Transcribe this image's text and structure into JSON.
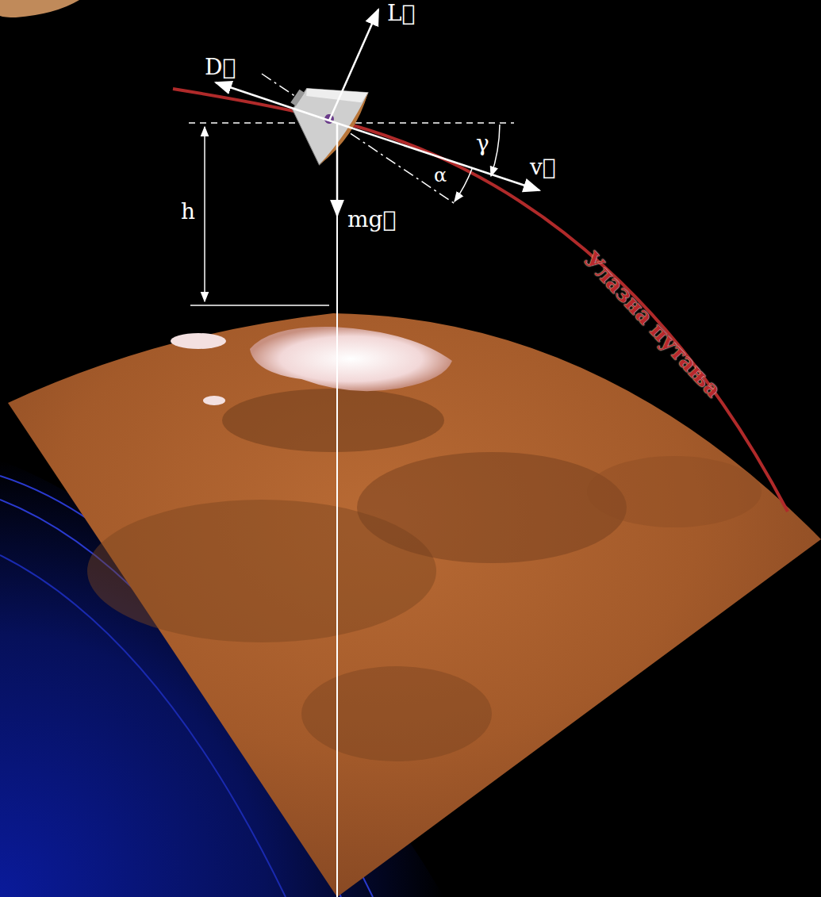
{
  "diagram": {
    "labels": [
      "L⃗",
      "D⃗",
      "γ",
      "v⃗",
      "h",
      "α",
      "mg⃗",
      "Улазна путања"
    ]
  }
}
